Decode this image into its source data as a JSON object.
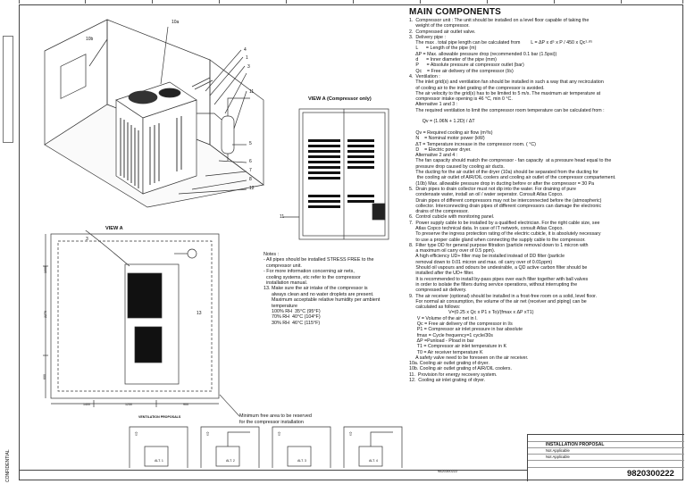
{
  "main_title": "MAIN COMPONENTS",
  "components": [
    "1.  Compressor unit : The unit should be installed on a level floor capable of taking the",
    "     weight of the compressor.",
    "2.  Compressed air outlet valve.",
    "3.  Delivery pipe :",
    "     The max . total pipe length can be calculated from        L = ΔP x d⁵ x P / 450 x Qc¹·⁸⁵",
    "     L      = Length of the pipe (m)",
    "     ΔP = Max. allowable pressure drop (recommended 0.1 bar (1.5psi))",
    "     d      = Inner diameter of the pipe (mm)",
    "     P      = Absolute pressure at compressor outlet (bar)",
    "     Qc    = Free air delivery of the compressor (l/s)",
    "4.  Ventilation :",
    "     The inlet grid(s) and ventilation fan should be installed in such a way that any recirculation",
    "     of cooling air to the inlet grating of the compressor is avoided.",
    "     The air velocity to the grid(s) has to be limited to 5 m/s. The maximum air temperature at",
    "     compressor intake opening is 46 °C, min 0 °C.",
    "     Alternative 1 and 3 :",
    "     The required ventilation to limit the compressor room temperature can be calculated from :",
    "",
    "          Qv = (1.06N + 1.2D) / ΔT",
    "",
    "     Qv = Required cooling air flow (m³/s)",
    "     N    = Nominal motor power (kW)",
    "     ΔT = Temperature increase in the compressor room. ( °C)",
    "     D    = Electric power dryer.",
    "     Alternative 2 and 4 :",
    "     The fan capacity should match the compressor - fan capacity  at a pressure head equal to the",
    "     pressure drop caused by cooling air ducts.",
    "     The ducting for the air outlet of the dryer (10a) should be separated from the ducting for",
    "      the cooling air outlet of AIR/OIL coolers and cooling air outlet of the compressor compartement.",
    "     (10b) Max. allowable pressure drop in ducting before or after the compressor = 30 Pa",
    "5.  Drain pipes to drain collector must not dip into the water. For draining of pure",
    "     condensate water, install an oil / water seperator. Consult Atlas Copco.",
    "     Drain pipes of different compressors may not be interconnected before the (atmospheric)",
    "     collector. Interconnecting drain pipes of different compressors can damage the electronic",
    "     drains of the compressor.",
    "6.  Control cubicle with monitoring panel.",
    "7.  Power supply cable to be installed by a qualified electrician. For the right cable size, see",
    "     Atlas Copco technical data. In case of IT network, consult Atlas Copco.",
    "     To preserve the ingress protection rating of the electric cubicle, it is absolutely necessary",
    "     to use a proper cable gland when connecting the supply cable to the compressor.",
    "8.  Filter type DD for general purpose filtration (particle removal down to 1 micron with",
    "     a maximum oil carry over of 0.5 ppm).",
    "     A high efficiency UD+ filter may be installed instead of DD filter (particle",
    "     removal down to 0.01 micron and max. oil carry over of 0.01ppm)",
    "     Should oil vapours and odours be undesirable, a QD active carbon filter should be",
    "     installed after the UD+ filter.",
    "     It is recommended to install by-pass pipes over each filter together with ball valves",
    "     in order to isolate the filters during service operations, without interrupting the",
    "     compressed air delivery.",
    "9.  The air receiver (optional) should be installed in a frost-free room on a solid, level floor.",
    "     For normal air consumption, the volume of the air net (receiver and piping) can be",
    "     calculated as follows:",
    "                              V=(0.25 x Qc x P1 x To)/(fmax x ΔP xT1)",
    "      V = Volume of the air net in l.",
    "      Qc = Free air delivery of the compressor in l/s",
    "      P1 = Compressor air inlet pressure in bar absolute",
    "      fmax = Cycle frequency=1 cycle/30s",
    "      ΔP =Punload - Pload in bar",
    "      T1 = Compressor air inlet temperature in K",
    "      T0 = Air receiver temperature K",
    "     A safety valve need to be foreseen on the air receiver.",
    "10a. Cooling air outlet grating of dryer.",
    "10b. Cooling air outlet grating of AIR/OIL coolers.",
    "11.  Provision for energy recovery system.",
    "12.  Cooling air inlet grating of dryer."
  ],
  "notes": [
    "Notes :",
    "- All pipes should be installed STRESS FREE to the",
    "  compressor unit.",
    "- For more information concerning air nets,",
    "  cooling systems, etc refer to the compressor",
    "  installation manual.",
    "",
    "13. Make sure the air intake of the compressor is",
    "      always clean and no water droplets are present.",
    "      Maximum acceptable relative humidity per ambient",
    "      temperature",
    "      100% RH  35°C (95°F)",
    "      70% RH  40°C (104°F)",
    "      30% RH  46°C (115°F)"
  ],
  "labels": {
    "view_a_compressor": "VIEW A (Compressor only)",
    "view_a": "VIEW A",
    "min_free_area_1": "Minimum free area to be reserved",
    "min_free_area_2": "for the compressor installation",
    "ventilation_proposals": "VENTILATION PROPOSALS",
    "alt1": "ALT. 1",
    "alt2": "ALT. 2",
    "alt3": "ALT. 3",
    "alt4": "ALT. 4",
    "dim_1400": "1400",
    "dim_1250": "1250",
    "dim_900": "900",
    "dim_1000": "1000",
    "dim_2270": "2270",
    "dim_600": "600",
    "callout_10b": "10b",
    "callout_10a": "10a",
    "callout_5": "5",
    "callout_6": "6",
    "callout_7": "7",
    "callout_8": "8",
    "callout_9": "9",
    "callout_12": "12",
    "callout_11": "11",
    "callout_13": "13",
    "callout_3": "3",
    "callout_4": "4",
    "callout_1": "1",
    "confidential": "CONFIDENTIAL"
  },
  "title_block": {
    "title": "INSTALLATION PROPOSAL",
    "na1": "Not Applicable",
    "na2": "Not Applicable",
    "doc_number": "9820300222",
    "date_code": "9820300222"
  }
}
